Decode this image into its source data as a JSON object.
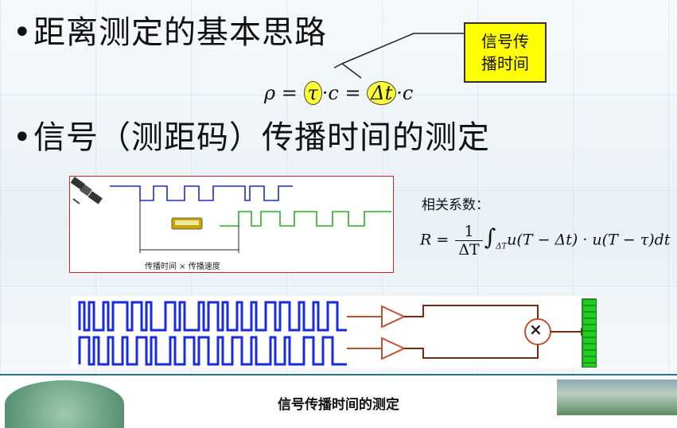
{
  "slide": {
    "bullet1": "距离测定的基本思路",
    "bullet2": "信号（测距码）传播时间的测定",
    "callout": [
      "信号传",
      "播时间"
    ],
    "formula_main": {
      "rho": "ρ",
      "eq": "=",
      "tau": "τ",
      "dot": "·",
      "c": "c",
      "delta_t": "Δt"
    },
    "diagram_caption": "传播时间 × 传播速度",
    "correlation_label": "相关系数：",
    "correlation_formula": {
      "lhs": "R =",
      "frac_num": "1",
      "frac_den": "ΔT",
      "integral": "∫",
      "int_sub": "ΔT",
      "body": "u(T − Δt) · u(T − τ)dt"
    },
    "multiply_symbol": "×",
    "footer_title": "信号传播时间的测定"
  },
  "colors": {
    "callout_bg": "#ffff00",
    "signal_blue": "#1a2bdc",
    "signal_green": "#25b025",
    "amplifier_red": "#c2502e",
    "circuit_brown": "#7a2810",
    "meter_green": "#22cc22",
    "box_border": "#cc2222"
  },
  "icons": {
    "satellite": "satellite-icon",
    "receiver": "receiver-icon",
    "multiplier": "multiplier-icon",
    "meter": "bar-meter-icon"
  }
}
